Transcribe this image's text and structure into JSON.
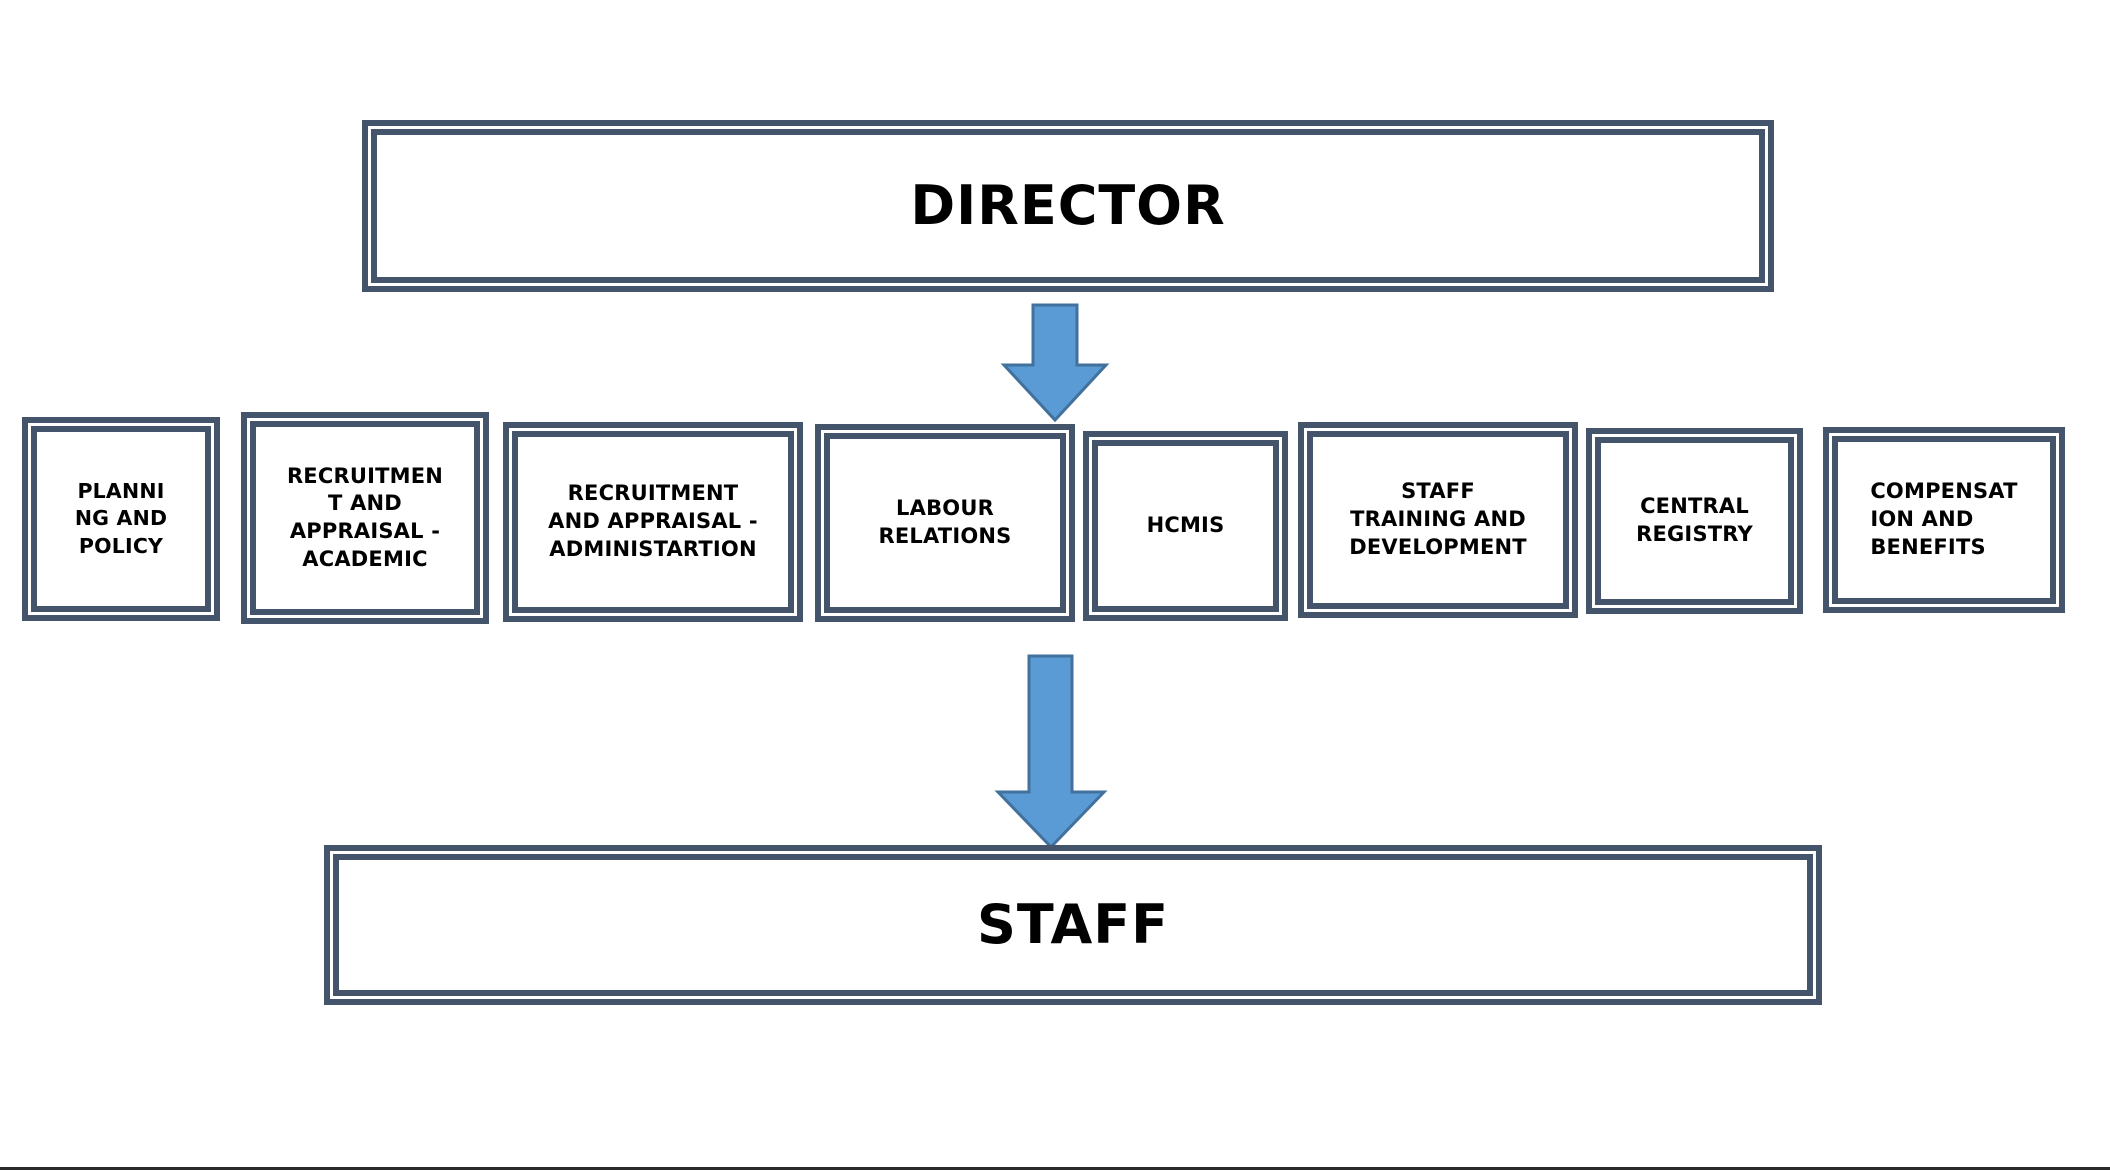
{
  "chart": {
    "type": "org-chart",
    "title": "Directorate Organizational Chart",
    "colors": {
      "node_border": "#44546A",
      "node_fill": "#FFFFFF",
      "arrow_fill": "#5B9BD5",
      "arrow_stroke": "#41719C",
      "text": "#000000",
      "page_background": "#FFFFFF"
    },
    "levels": [
      {
        "name": "top",
        "nodes": [
          "director"
        ]
      },
      {
        "name": "departments",
        "nodes": [
          "planning-and-policy",
          "recruitment-and-appraisal-academic",
          "recruitment-and-appraisal-administartion",
          "labour-relations",
          "hcmis",
          "staff-training-and-development",
          "central-registry",
          "compensation-and-benefits"
        ]
      },
      {
        "name": "bottom",
        "nodes": [
          "staff"
        ]
      }
    ],
    "connectors": [
      {
        "from": "director",
        "to": "departments",
        "style": "down-arrow"
      },
      {
        "from": "departments",
        "to": "staff",
        "style": "down-arrow"
      }
    ]
  },
  "top": {
    "director": {
      "label": "DIRECTOR"
    }
  },
  "departments": [
    {
      "id": "planning-and-policy",
      "label": "PLANNI\nNG AND\nPOLICY"
    },
    {
      "id": "recruitment-and-appraisal-academic",
      "label": "RECRUITMEN\nT AND\nAPPRAISAL -\nACADEMIC"
    },
    {
      "id": "recruitment-and-appraisal-administartion",
      "label": "RECRUITMENT\nAND APPRAISAL -\nADMINISTARTION"
    },
    {
      "id": "labour-relations",
      "label": "LABOUR\nRELATIONS"
    },
    {
      "id": "hcmis",
      "label": "HCMIS"
    },
    {
      "id": "staff-training-and-development",
      "label": "STAFF\nTRAINING AND\nDEVELOPMENT"
    },
    {
      "id": "central-registry",
      "label": "CENTRAL\nREGISTRY"
    },
    {
      "id": "compensation-and-benefits",
      "label": "COMPENSAT\nION AND\nBENEFITS"
    }
  ],
  "bottom": {
    "staff": {
      "label": "STAFF"
    }
  },
  "icons": {
    "arrow_top": "down-arrow-icon",
    "arrow_bottom": "down-arrow-icon"
  }
}
